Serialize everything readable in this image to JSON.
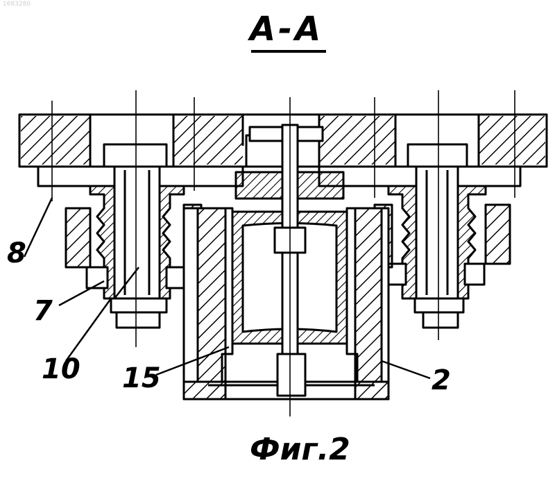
{
  "document": {
    "id_mark": "1683280",
    "section_title": "A-A",
    "figure_caption": "Фиг.2"
  },
  "callouts": {
    "c8": "8",
    "c7": "7",
    "c10": "10",
    "c15": "15",
    "c2": "2"
  },
  "style": {
    "ink": "#000000",
    "paper": "#ffffff"
  }
}
